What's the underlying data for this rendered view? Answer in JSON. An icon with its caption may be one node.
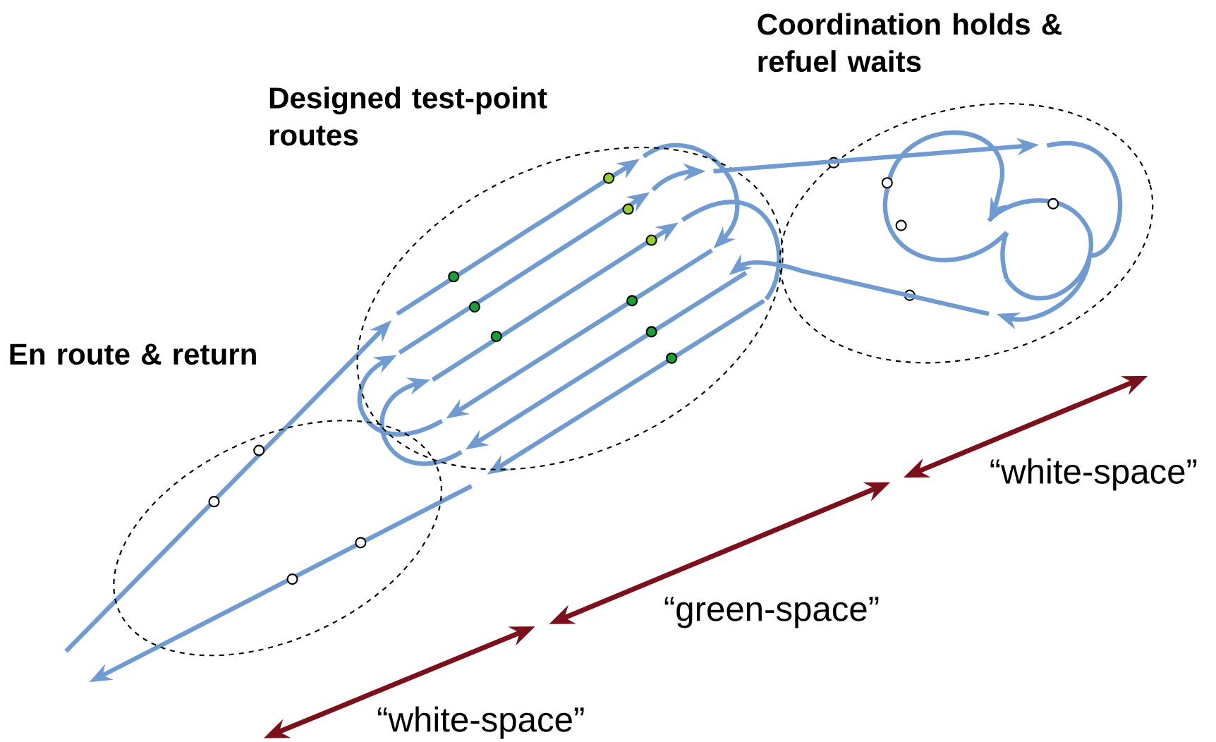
{
  "diagram": {
    "nodes": [
      {
        "text": [
          "En route & return"
        ]
      },
      {
        "text": [
          "Designed test-point routes"
        ]
      },
      {
        "text": [
          "Coordination holds & refuel waits"
        ]
      }
    ],
    "edges": [
      {
        "from": 1,
        "to": 2,
        "arrow": "to"
      },
      {
        "from": 2,
        "to": 1,
        "arrow": "to"
      }
    ],
    "labels": [
      "“white-space”",
      "“green-space”",
      "“white-space”"
    ]
  }
}
